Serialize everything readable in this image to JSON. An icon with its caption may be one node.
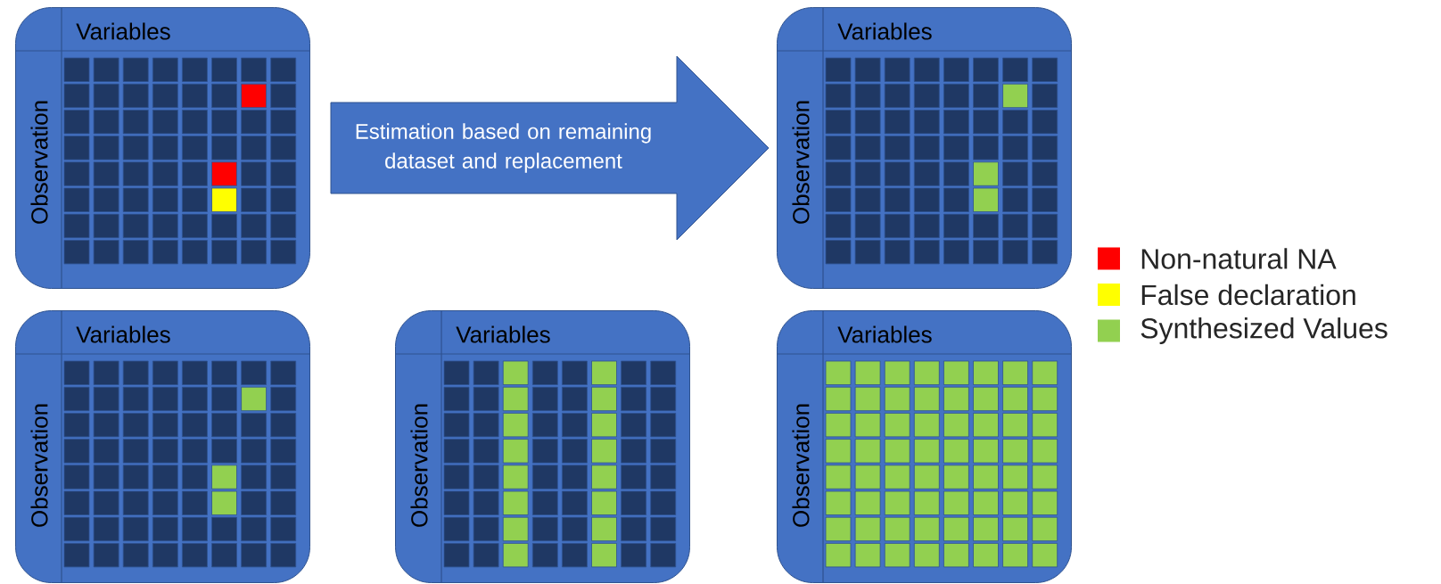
{
  "diagram": {
    "nodes": [
      {
        "text": [
          "Variables",
          "Observation"
        ]
      },
      {
        "text": [
          "Variables",
          "Observation"
        ]
      },
      {
        "text": [
          "Variables",
          "Observation"
        ]
      },
      {
        "text": [
          "Variables",
          "Observation"
        ]
      },
      {
        "text": [
          "Variables",
          "Observation"
        ]
      }
    ],
    "edges": [
      {
        "from": 0,
        "to": 1,
        "arrow": "to",
        "label": "Estimation based on remaining dataset and replacement"
      }
    ],
    "legend": [
      {
        "text": "Non-natural NA",
        "color": "#ff0000"
      },
      {
        "text": "False declaration",
        "color": "#ffff00"
      },
      {
        "text": "Synthesized Values",
        "color": "#92d050"
      }
    ]
  }
}
